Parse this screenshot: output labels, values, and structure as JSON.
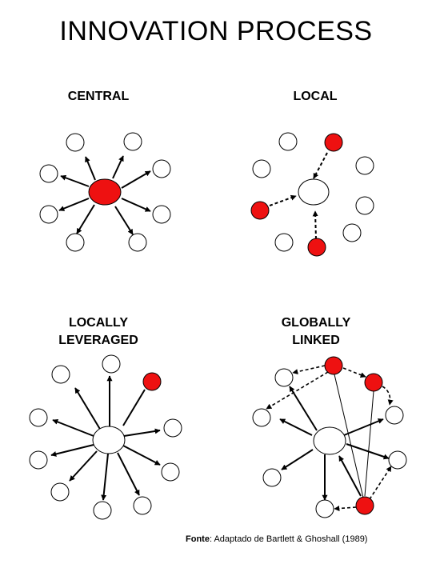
{
  "title": "INNOVATION PROCESS",
  "quadrants": {
    "central": {
      "label": "CENTRAL"
    },
    "local": {
      "label": "LOCAL"
    },
    "locally_leveraged": {
      "line1": "LOCALLY",
      "line2": "LEVERAGED"
    },
    "globally_linked": {
      "line1": "GLOBALLY",
      "line2": "LINKED"
    }
  },
  "source": {
    "prefix": "Fonte",
    "text": ": Adaptado de Bartlett & Ghoshall (1989)"
  },
  "colors": {
    "innovating_node": "#ee1111",
    "node_fill": "#ffffff",
    "stroke": "#000000"
  }
}
